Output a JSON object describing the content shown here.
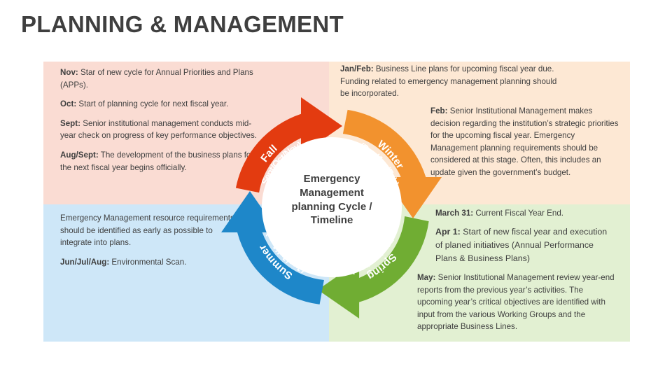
{
  "slide": {
    "title": "PLANNING & MANAGEMENT"
  },
  "colors": {
    "fall": "#E33B10",
    "winter": "#F2922E",
    "spring": "#70AD33",
    "summer": "#1E87C9",
    "panel_fall": "#FADCD3",
    "panel_winter": "#FDE8D4",
    "panel_spring": "#E2F0D2",
    "panel_summer": "#CEE7F8",
    "text": "#3f3f3f"
  },
  "cycle": {
    "center_line_1": "Emergency",
    "center_line_2": "Management",
    "center_line_3": "planning Cycle /",
    "center_line_4": "Timeline",
    "center_text": "Emergency Management planning Cycle / Timeline",
    "segments": [
      {
        "id": "fall",
        "label": "Fall",
        "months": "(Sept/Oct/Nov)",
        "color": "#E33B10"
      },
      {
        "id": "winter",
        "label": "Winter",
        "months": "(Dec/Jan/Feb)",
        "color": "#F2922E"
      },
      {
        "id": "spring",
        "label": "Spring",
        "months": "(Mar/Apr/Mar)",
        "color": "#70AD33"
      },
      {
        "id": "summer",
        "label": "Summer",
        "months": "(Jun/Jul/Aug)",
        "color": "#1E87C9"
      }
    ]
  },
  "panels": {
    "fall": {
      "items": [
        {
          "lead": "Nov:",
          "body": " Star of new cycle for Annual Priorities and Plans (APPs)."
        },
        {
          "lead": "Oct:",
          "body": " Start of planning cycle for next fiscal year."
        },
        {
          "lead": "Sept:",
          "body": " Senior institutional management conducts mid-year check on progress of key performance objectives."
        },
        {
          "lead": "Aug/Sept:",
          "body": " The development of the business plans for the next fiscal year begins officially."
        }
      ]
    },
    "summer": {
      "items": [
        {
          "lead": "",
          "body": "Emergency Management resource requirements should be identified as early as possible to integrate into plans."
        },
        {
          "lead": "Jun/Jul/Aug:",
          "body": " Environmental Scan."
        }
      ]
    },
    "winter": {
      "block_a": {
        "lead": "Jan/Feb:",
        "body": " Business Line plans for upcoming fiscal year due. Funding related to emergency management planning should be incorporated."
      },
      "block_b": {
        "lead": "Feb:",
        "body": " Senior Institutional Management makes decision regarding the institution’s strategic priorities for the upcoming fiscal year. Emergency Management planning requirements should be considered at this stage. Often, this includes an update given the government’s budget."
      }
    },
    "spring": {
      "block_a": {
        "lead": "March 31:",
        "body": " Current Fiscal Year End."
      },
      "block_b": {
        "lead": "Apr 1:",
        "body": " Start of new fiscal year and execution of planed initiatives (Annual Performance Plans & Business Plans)"
      },
      "block_c": {
        "lead": "May:",
        "body": " Senior Institutional Management review year-end reports from the previous year’s activities. The upcoming year’s critical objectives are identified with input from the various Working Groups and the appropriate Business Lines."
      }
    }
  }
}
